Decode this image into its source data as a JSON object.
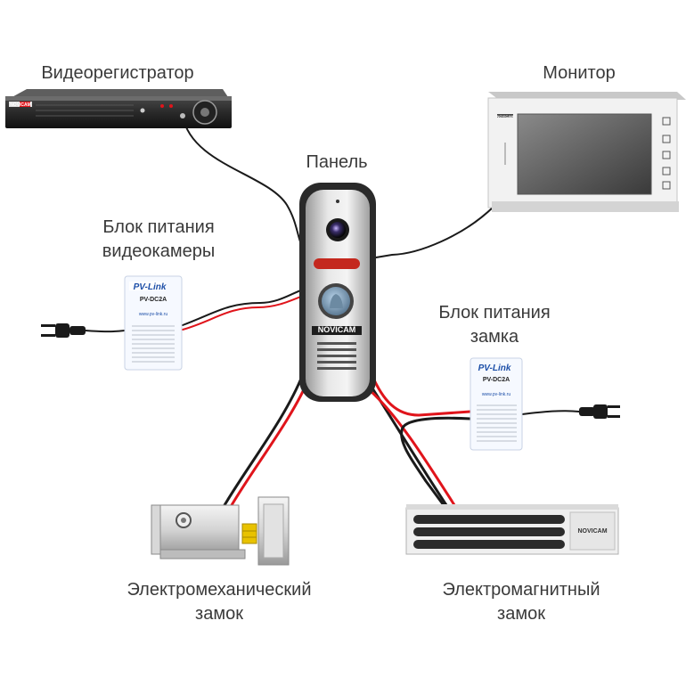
{
  "labels": {
    "recorder": "Видеорегистратор",
    "monitor": "Монитор",
    "panel": "Панель",
    "camera_power_line1": "Блок питания",
    "camera_power_line2": "видеокамеры",
    "lock_power_line1": "Блок питания",
    "lock_power_line2": "замка",
    "emech_lock_line1": "Электромеханический",
    "emech_lock_line2": "замок",
    "emag_lock_line1": "Электромагнитный",
    "emag_lock_line2": "замок"
  },
  "device_markings": {
    "panel_brand": "NOVICAM",
    "power_brand": "PV-Link",
    "power_model": "PV-DC2A",
    "power_site": "www.pv-link.ru",
    "recorder_brand": "NOVICAM",
    "monitor_brand": "NOVICAM",
    "maglock_brand": "NOVICAM"
  },
  "colors": {
    "wire_black": "#1a1a1a",
    "wire_red": "#e0141b",
    "panel_red_led": "#c4281e",
    "label_text": "#3a3a3a"
  }
}
